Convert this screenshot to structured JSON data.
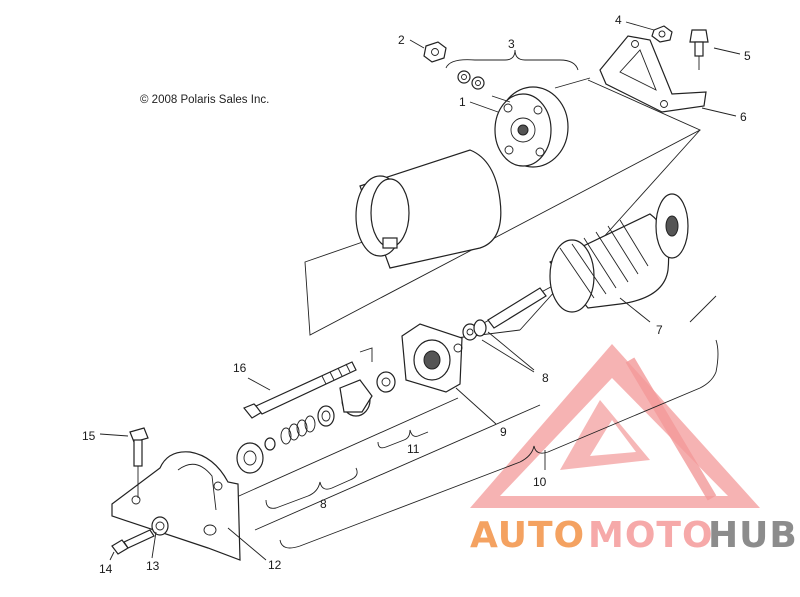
{
  "copyright": "© 2008 Polaris Sales Inc.",
  "callouts": {
    "c1": "1",
    "c2": "2",
    "c3": "3",
    "c4": "4",
    "c5": "5",
    "c6": "6",
    "c7": "7",
    "c8a": "8",
    "c8b": "8",
    "c9": "9",
    "c10": "10",
    "c11": "11",
    "c12": "12",
    "c13": "13",
    "c14": "14",
    "c15": "15",
    "c16": "16"
  },
  "watermark": {
    "part1": "AUTO",
    "part2": "MOTO",
    "part3": "HUB",
    "colors": {
      "auto": "#f4a261",
      "moto": "#f6a9a9",
      "hub": "#8c8c8c",
      "logo": "#ee6b6b"
    }
  }
}
